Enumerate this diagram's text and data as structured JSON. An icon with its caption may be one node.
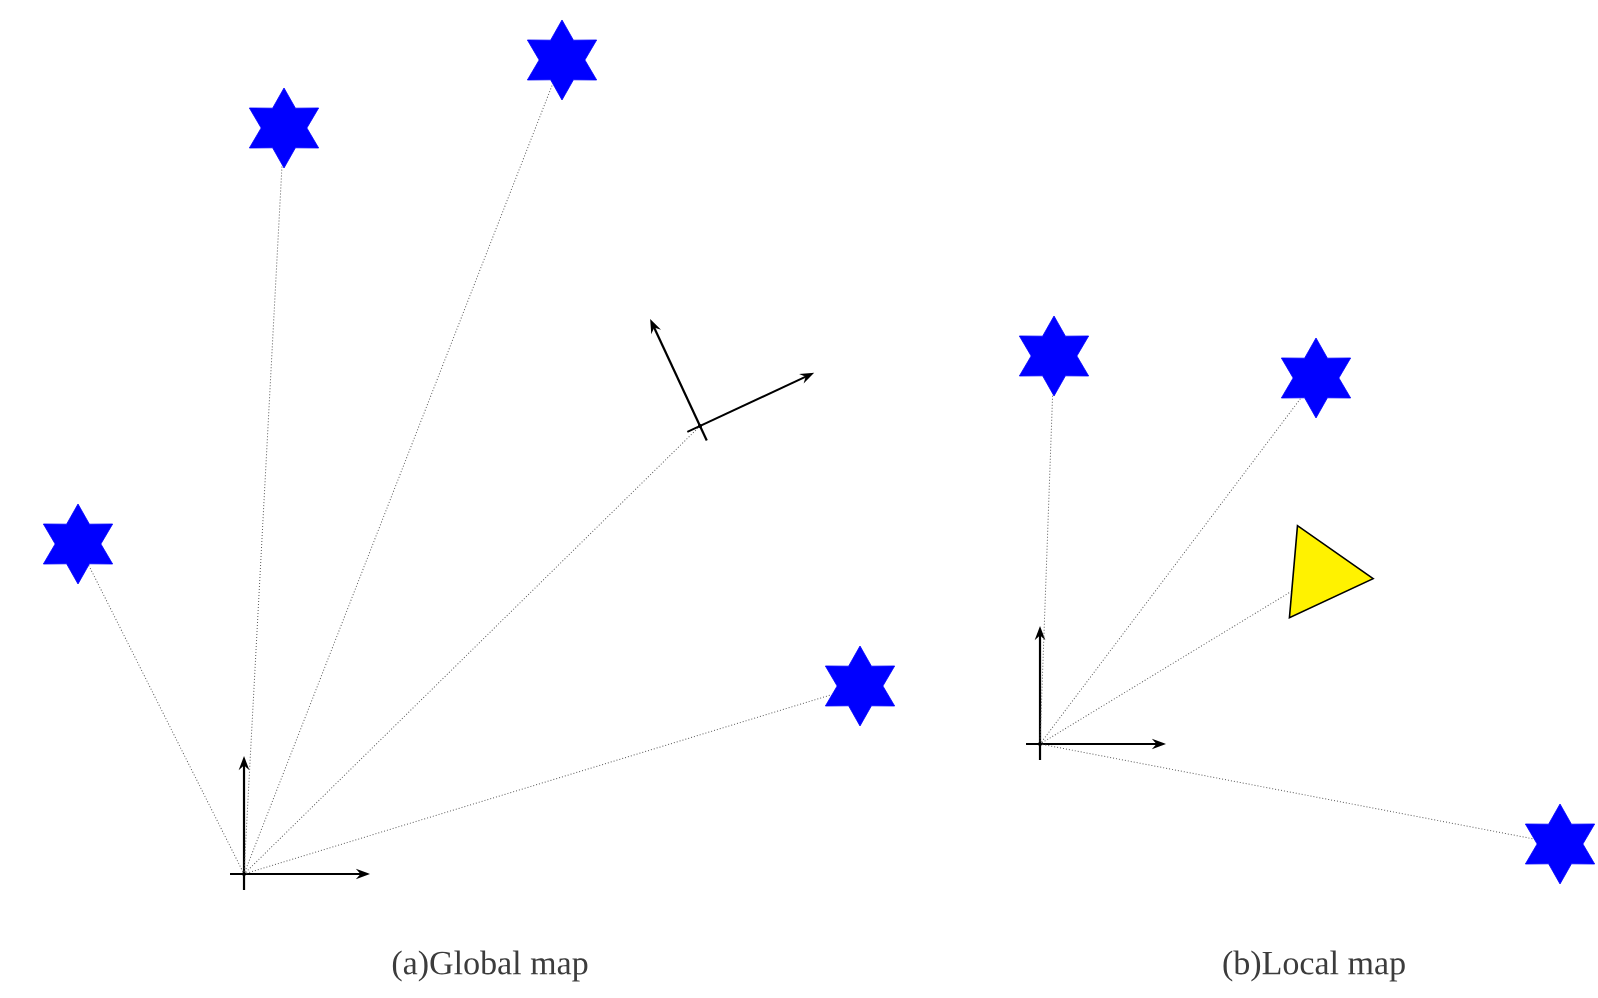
{
  "diagram": {
    "nodes": [
      {
        "text": [],
        "shape": "point"
      },
      {
        "text": [],
        "shape": "star"
      },
      {
        "text": [],
        "shape": "star"
      },
      {
        "text": [],
        "shape": "star"
      },
      {
        "text": [],
        "shape": "point"
      },
      {
        "text": [],
        "shape": "star"
      },
      {
        "text": [],
        "shape": "point"
      },
      {
        "text": [],
        "shape": "star"
      },
      {
        "text": [],
        "shape": "star"
      },
      {
        "text": [],
        "shape": "triangle"
      },
      {
        "text": [],
        "shape": "star"
      }
    ],
    "edges": [
      {
        "from": 0,
        "to": 1,
        "arrow": "none",
        "style": "dashed"
      },
      {
        "from": 0,
        "to": 2,
        "arrow": "none",
        "style": "dashed"
      },
      {
        "from": 0,
        "to": 3,
        "arrow": "none",
        "style": "dashed"
      },
      {
        "from": 0,
        "to": 4,
        "arrow": "none",
        "style": "dashed"
      },
      {
        "from": 0,
        "to": 5,
        "arrow": "none",
        "style": "dashed"
      },
      {
        "from": 6,
        "to": 7,
        "arrow": "none",
        "style": "dashed"
      },
      {
        "from": 6,
        "to": 8,
        "arrow": "none",
        "style": "dashed"
      },
      {
        "from": 6,
        "to": 9,
        "arrow": "none",
        "style": "dashed"
      },
      {
        "from": 6,
        "to": 10,
        "arrow": "none",
        "style": "dashed"
      }
    ],
    "labels": [
      "(a)Global map",
      "(b)Local map"
    ]
  }
}
